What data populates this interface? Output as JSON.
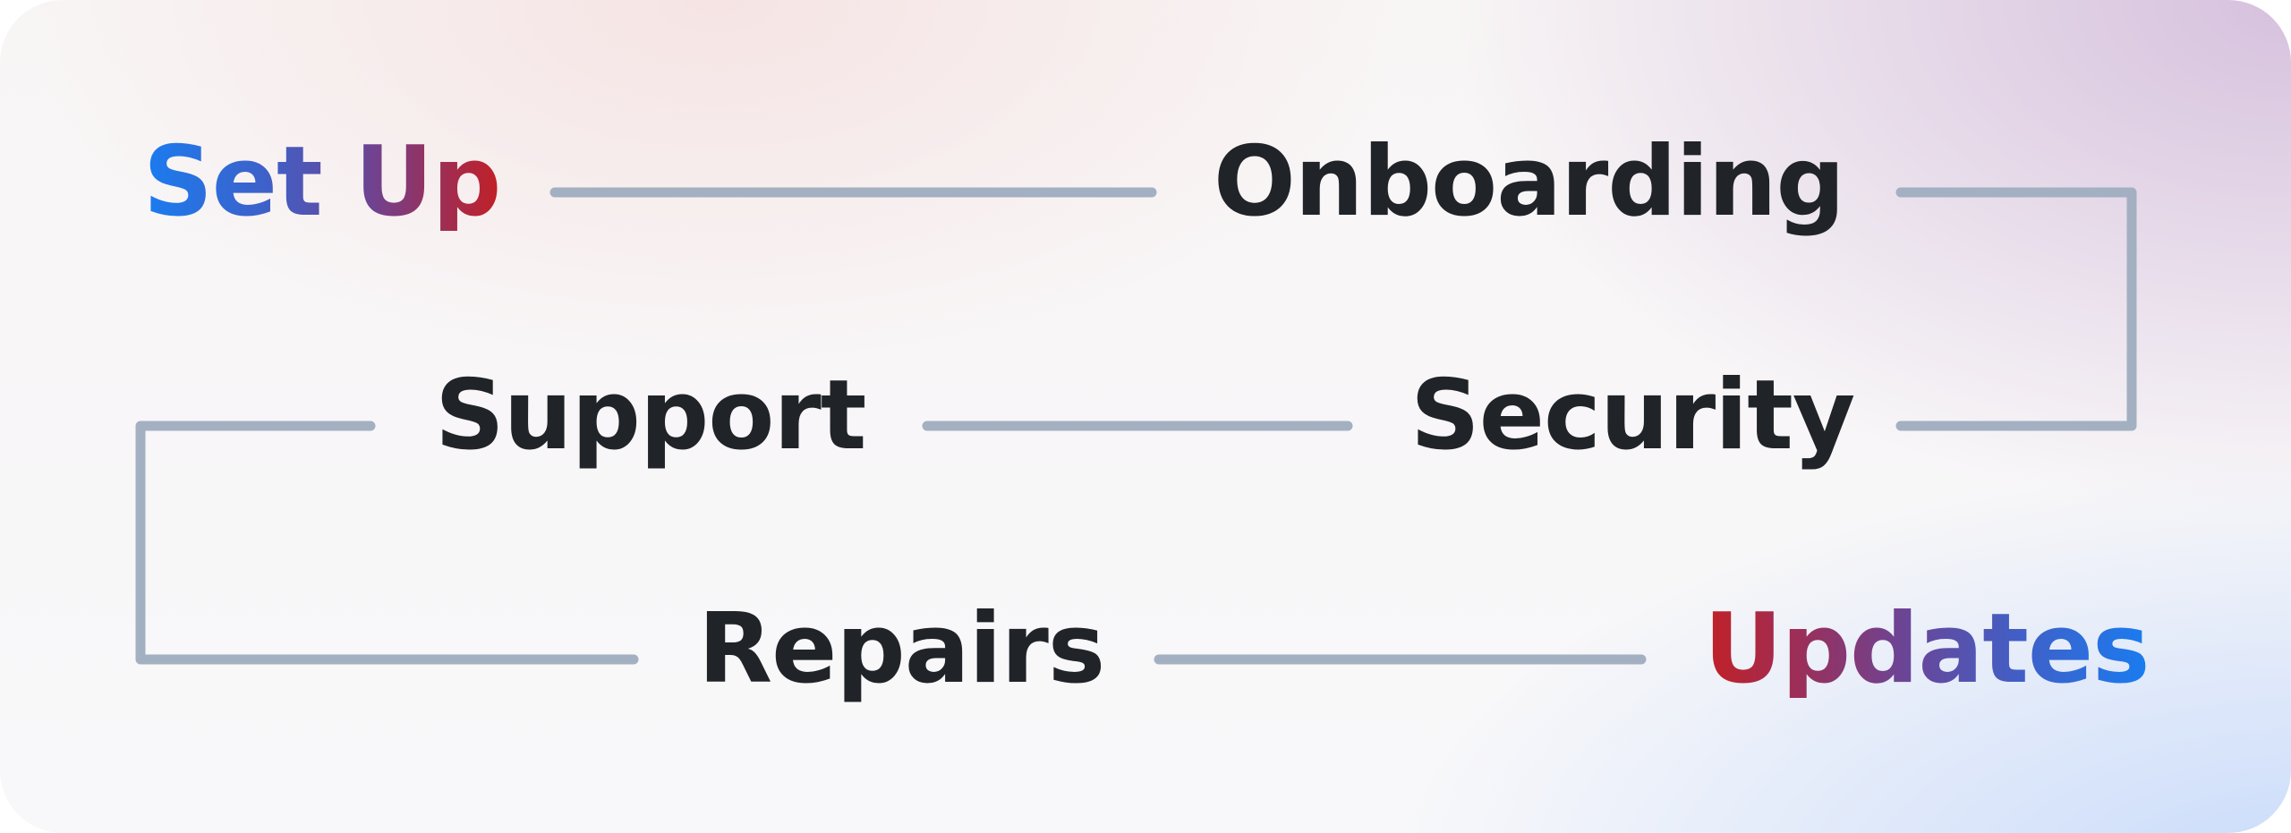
{
  "steps": {
    "setup": "Set Up",
    "onboarding": "Onboarding",
    "support": "Support",
    "security": "Security",
    "repairs": "Repairs",
    "updates": "Updates"
  },
  "colors": {
    "connector": "#a3b0c2",
    "text": "#202328",
    "gradient_blue": "#1a7cf0",
    "gradient_red": "#c22025"
  }
}
